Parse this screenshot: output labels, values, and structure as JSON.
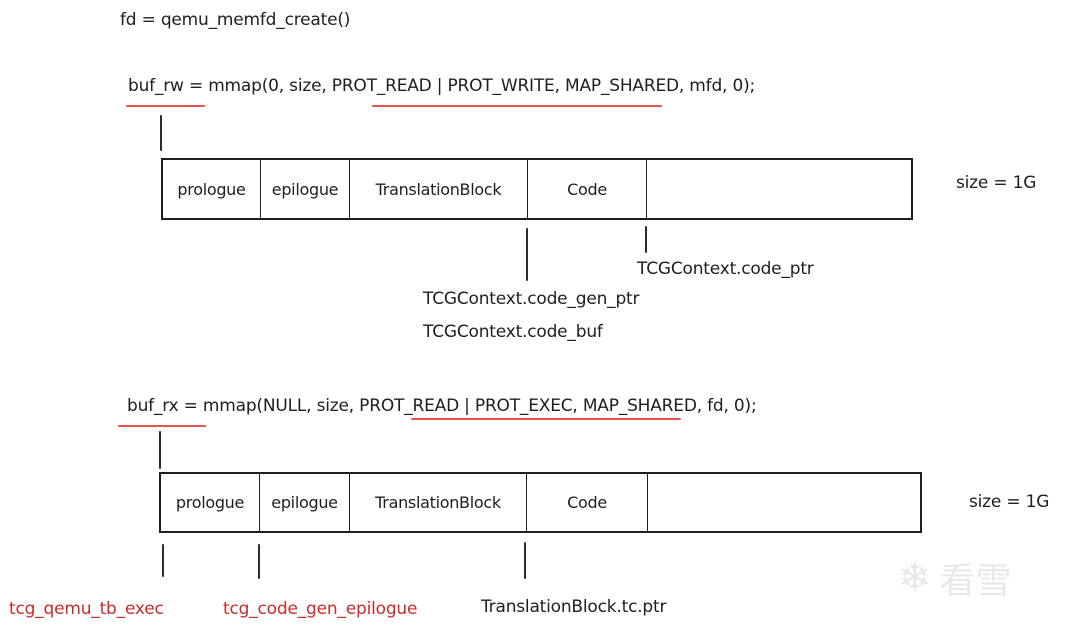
{
  "code": {
    "memfd_line": "fd = qemu_memfd_create()",
    "rw_line": {
      "var": "buf_rw",
      "pre": " = mmap(0, size, ",
      "prot": "PROT_READ | PROT_WRITE",
      "post": ", MAP_SHARED, mfd, 0);"
    },
    "rx_line": {
      "var": "buf_rx",
      "pre": " = mmap(NULL, size, ",
      "prot": "PROT_READ | PROT_EXEC",
      "post": ", MAP_SHARED, fd, 0);"
    }
  },
  "rw_buffer": {
    "segments": [
      "prologue",
      "epilogue",
      "TranslationBlock",
      "Code",
      ""
    ],
    "size_label": "size = 1G",
    "pointers": {
      "code_ptr": "TCGContext.code_ptr",
      "code_gen_ptr": "TCGContext.code_gen_ptr",
      "code_buf": "TCGContext.code_buf"
    }
  },
  "rx_buffer": {
    "segments": [
      "prologue",
      "epilogue",
      "TranslationBlock",
      "Code",
      ""
    ],
    "size_label": "size = 1G",
    "pointers": {
      "tb_exec": "tcg_qemu_tb_exec",
      "epilogue": "tcg_code_gen_epilogue",
      "tc_ptr": "TranslationBlock.tc.ptr"
    }
  },
  "colors": {
    "ink": "#1e1e1e",
    "highlight_red": "#e03131",
    "label_red": "#c92a2a"
  },
  "watermark": {
    "icon": "snowflake-icon",
    "text": "看雪"
  }
}
